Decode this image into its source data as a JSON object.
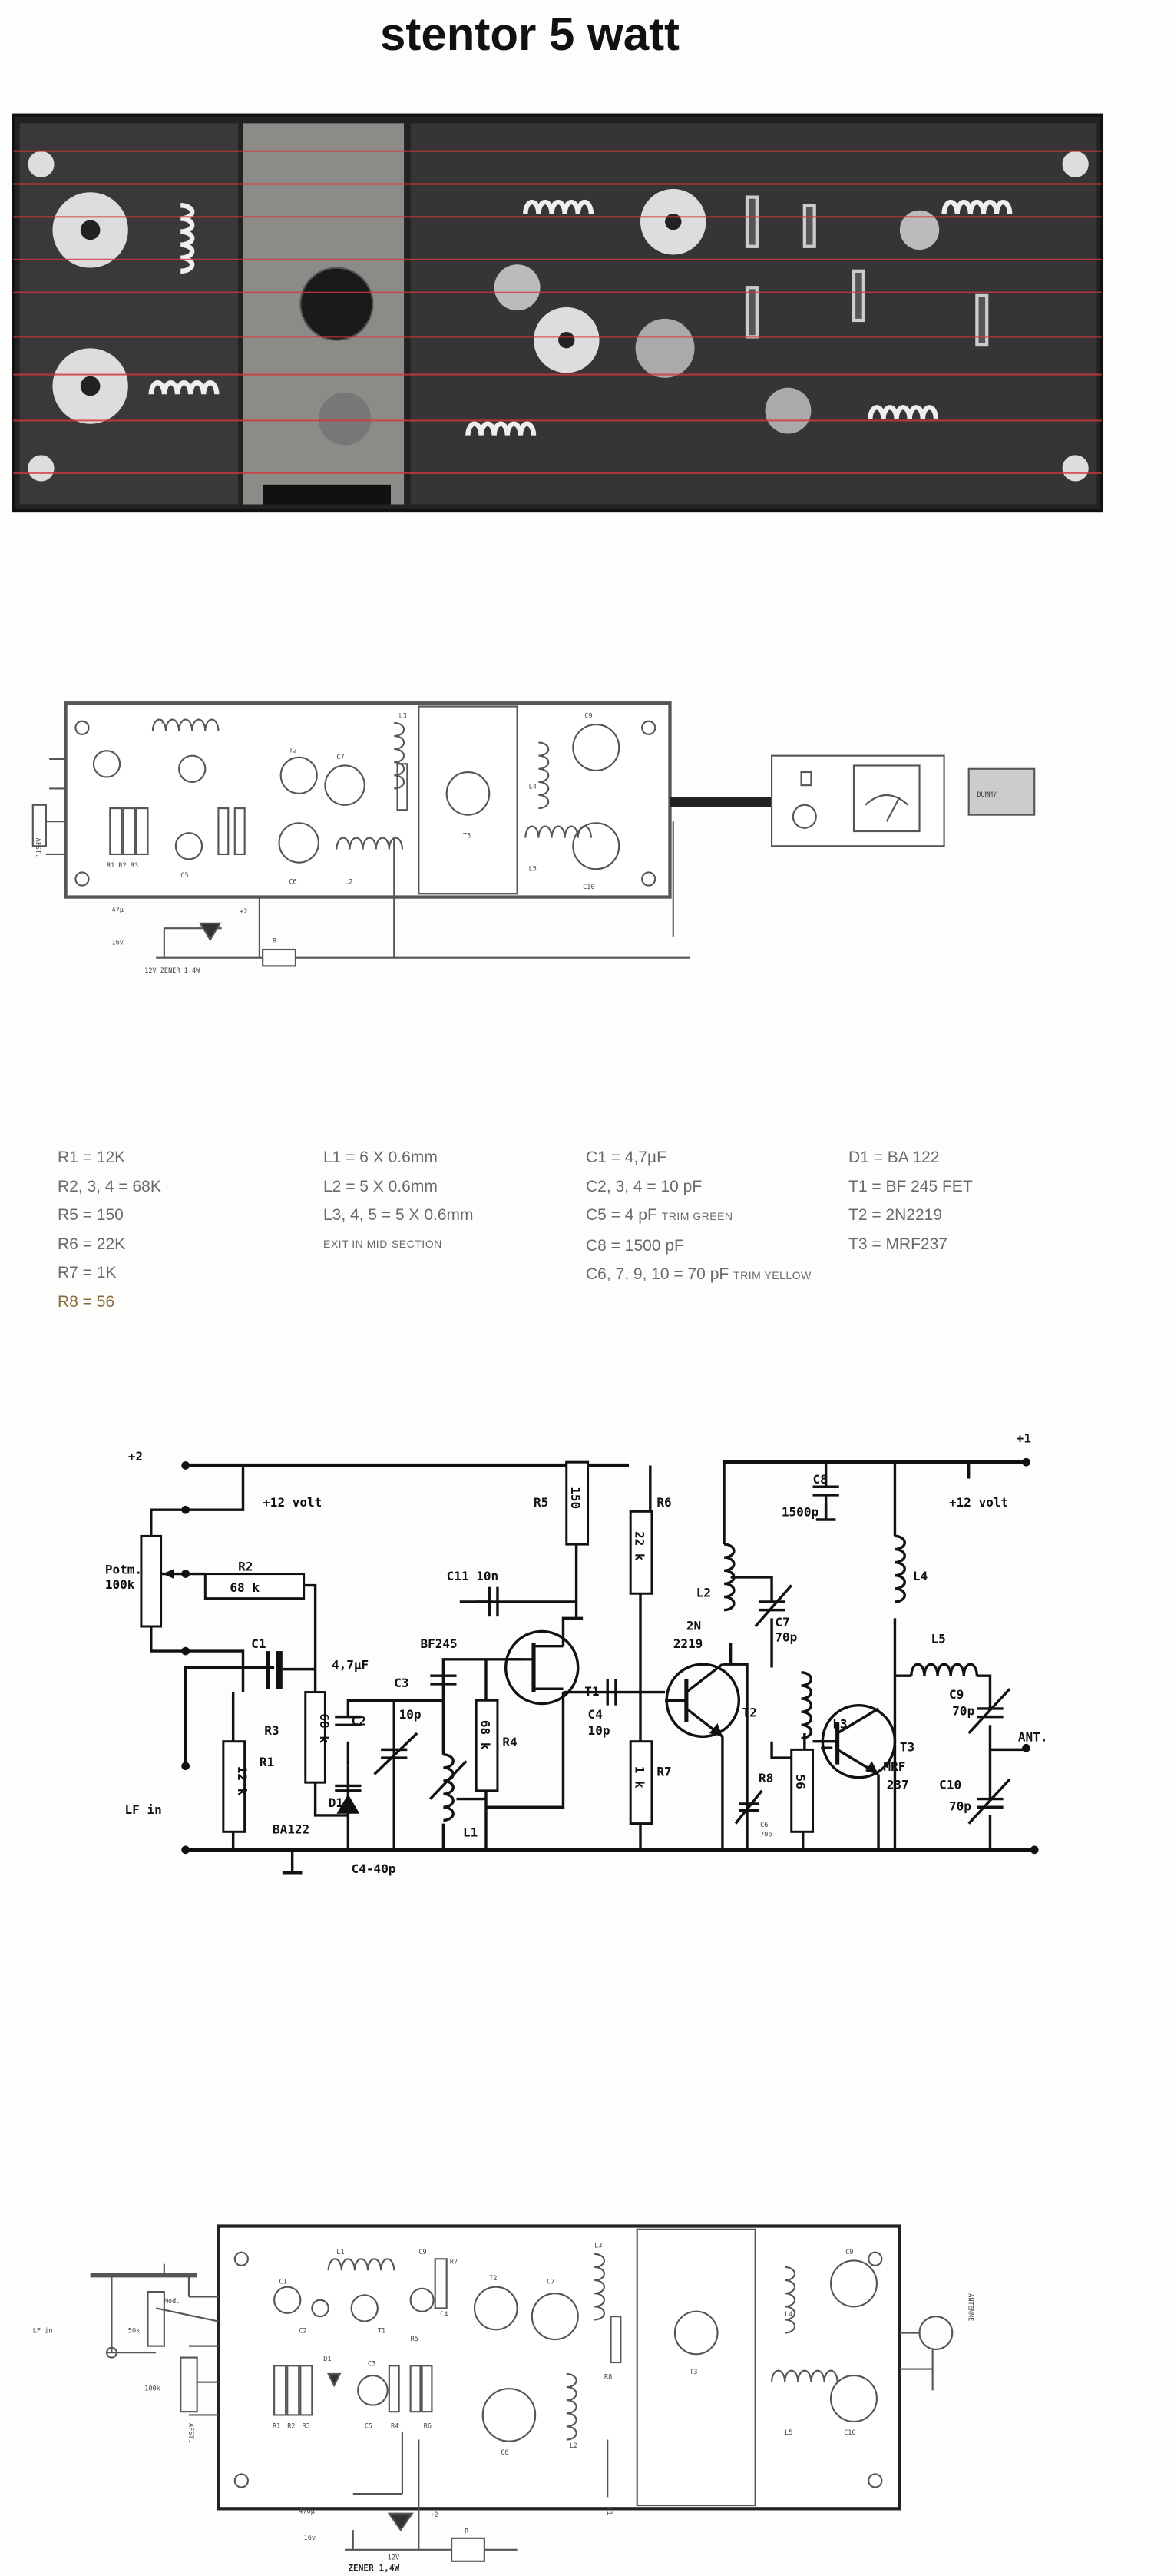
{
  "title": "stentor 5 watt",
  "parts_list": {
    "resistors": [
      "R1 = 12K",
      "R2, 3, 4 = 68K",
      "R5 = 150",
      "R6 = 22K",
      "R7 = 1K",
      "R8 = 56"
    ],
    "inductors": [
      "L1 = 6 X 0.6mm",
      "L2 = 5 X 0.6mm",
      "L3, 4, 5 = 5 X 0.6mm",
      "EXIT IN MID-SECTION"
    ],
    "capacitors": [
      {
        "main": "C1 = 4,7µF",
        "note": ""
      },
      {
        "main": "C2, 3, 4 = 10 pF",
        "note": ""
      },
      {
        "main": "C5 = 4 pF",
        "note": "TRIM GREEN"
      },
      {
        "main": "C8 = 1500 pF",
        "note": ""
      },
      {
        "main": "C6, 7, 9, 10 = 70 pF",
        "note": "TRIM YELLOW"
      }
    ],
    "semiconductors": [
      "D1 = BA 122",
      "T1 = BF 245 FET",
      "T2 = 2N2219",
      "T3 = MRF237"
    ]
  },
  "schematic": {
    "plus2": "+2",
    "plus1": "+1",
    "volt_left": "+12 volt",
    "volt_right": "+12 volt",
    "pot": "Potm.",
    "pot_val": "100k",
    "r2": "R2",
    "r2_val": "68 k",
    "c1": "C1",
    "c1_val": "4,7µF",
    "r3": "R3",
    "r3_val": "68 k",
    "r1": "R1",
    "r1_val": "12 k",
    "lf_in": "LF in",
    "d1": "D1",
    "d1_val": "BA122",
    "c2": "C2",
    "c4_40": "C4-40p",
    "c3": "C3",
    "c3_val": "10p",
    "bf245": "BF245",
    "t1": "T1",
    "c11": "C11 10n",
    "r5": "R5",
    "r5_val": "150",
    "r6": "R6",
    "r6_val": "22 k",
    "r4": "R4",
    "r4_val": "68 k",
    "l1": "L1",
    "c4": "C4",
    "c4_val": "10p",
    "r7": "R7",
    "r7_val": "1 k",
    "t2_a": "2N",
    "t2_b": "2219",
    "t2": "T2",
    "l2": "L2",
    "c8": "C8",
    "c8_val": "1500p",
    "c7": "C7",
    "c7_val": "70p",
    "l3": "L3",
    "r8": "R8",
    "r8_val": "56",
    "c6": "C6",
    "c6_val": "70p",
    "t3": "T3",
    "t3_a": "MRF",
    "t3_b": "237",
    "l4": "L4",
    "l5": "L5",
    "c9": "C9",
    "c9_val": "70p",
    "c10": "C10",
    "c10_val": "70p",
    "ant": "ANT."
  },
  "layout_top": {
    "afst": "AFST.",
    "cap": "47µ",
    "volt": "16v",
    "plus2": "+2",
    "r": "R",
    "zener": "12V ZENER 1,4W",
    "dummy": "DUMMY",
    "parts": [
      "L1",
      "T2",
      "C7",
      "L3",
      "T3",
      "C9",
      "C10",
      "L4",
      "L5",
      "C6",
      "L2",
      "C5",
      "R1 R2 R3"
    ]
  },
  "layout_bottom": {
    "lf_in": "LF in",
    "mod": "Mod.",
    "pot50": "50k",
    "pot100": "100k",
    "afst": "AFST.",
    "cap": "470µ",
    "volt": "16v",
    "plus2": "+2",
    "plus1": "+1",
    "r": "R",
    "zener_v": "12V",
    "zener": "ZENER 1,4W",
    "antenne": "ANTENNE",
    "parts": [
      "L1",
      "C9",
      "R7",
      "C1",
      "C2",
      "T1",
      "C4",
      "R5",
      "T2",
      "C7",
      "L3",
      "D1",
      "C3",
      "R1",
      "R2",
      "R3",
      "C5",
      "R4",
      "R6",
      "C6",
      "L2",
      "R8",
      "T3",
      "C9",
      "L4",
      "L5",
      "C10"
    ]
  }
}
